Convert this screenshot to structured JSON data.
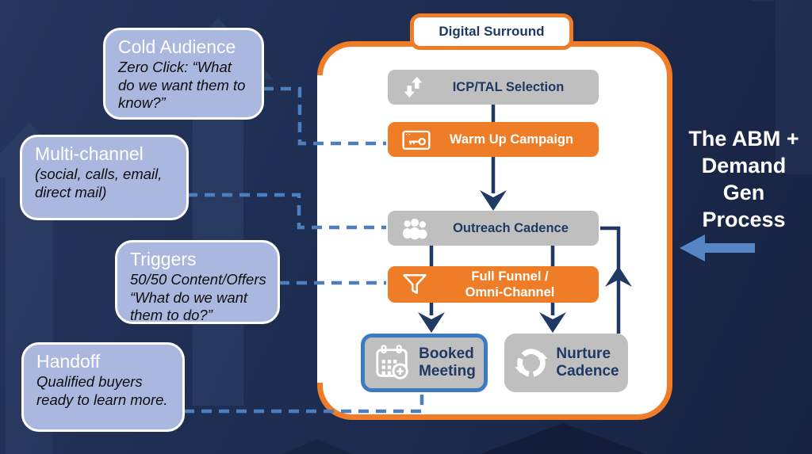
{
  "colors": {
    "background_navy": "#1e2d52",
    "accent_orange": "#f07c28",
    "box_gray": "#bfbfbf",
    "navy_text": "#1f3864",
    "callout_fill": "#aab7de",
    "dashed_blue": "#4d7ebd",
    "booked_border_blue": "#3d7ac1",
    "side_arrow_blue": "#5585c5"
  },
  "callouts": [
    {
      "title": "Cold Audience",
      "body": "Zero Click: “What do we want them to know?”"
    },
    {
      "title": "Multi-channel",
      "body": "(social, calls, email, direct mail)"
    },
    {
      "title": "Triggers",
      "body": "50/50 Content/Offers “What do we want them to do?”"
    },
    {
      "title": "Handoff",
      "body": "Qualified buyers ready to learn more."
    }
  ],
  "diagram": {
    "header": "Digital Surround",
    "steps": [
      {
        "label": "ICP/TAL Selection",
        "icon": "sort-arrows-icon",
        "style": "gray"
      },
      {
        "label": "Warm Up Campaign",
        "icon": "browser-key-icon",
        "style": "orange"
      },
      {
        "label": "Outreach Cadence",
        "icon": "people-group-icon",
        "style": "gray"
      },
      {
        "label": "Full Funnel /\nOmni-Channel",
        "icon": "funnel-icon",
        "style": "orange"
      }
    ],
    "terminals": [
      {
        "label": "Booked\nMeeting",
        "icon": "calendar-plus-icon",
        "style": "gray-blue-border"
      },
      {
        "label": "Nurture\nCadence",
        "icon": "cycle-arrows-icon",
        "style": "gray"
      }
    ]
  },
  "side_title": {
    "lines": [
      "The ABM +",
      "Demand",
      "Gen",
      "Process"
    ]
  }
}
